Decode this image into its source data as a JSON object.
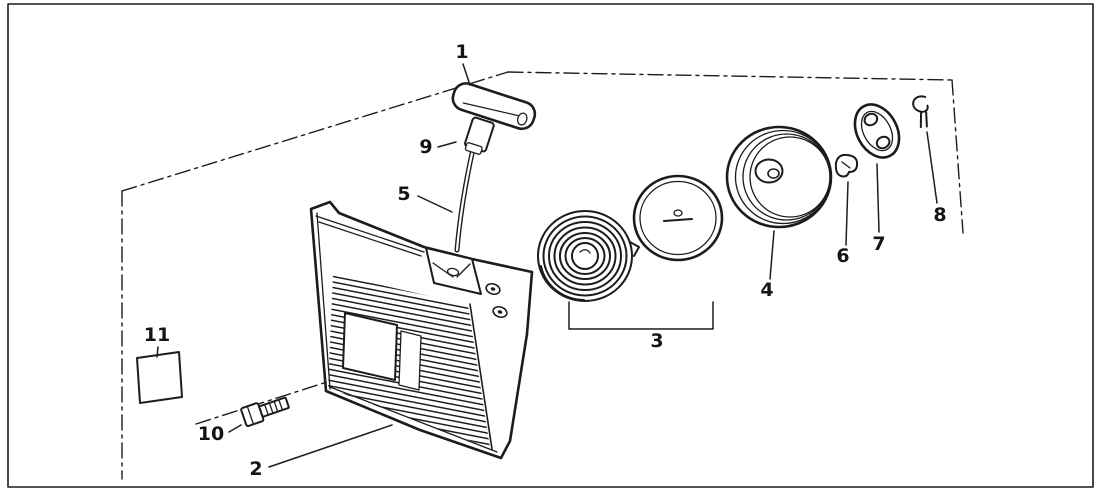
{
  "diagram": {
    "kind": "exploded-parts-line-drawing",
    "colors": {
      "line": "#1c1c1c",
      "background": "#ffffff"
    }
  },
  "callouts": [
    {
      "label": "1"
    },
    {
      "label": "2"
    },
    {
      "label": "3"
    },
    {
      "label": "4"
    },
    {
      "label": "5"
    },
    {
      "label": "6"
    },
    {
      "label": "7"
    },
    {
      "label": "8"
    },
    {
      "label": "9"
    },
    {
      "label": "10"
    },
    {
      "label": "11"
    }
  ]
}
